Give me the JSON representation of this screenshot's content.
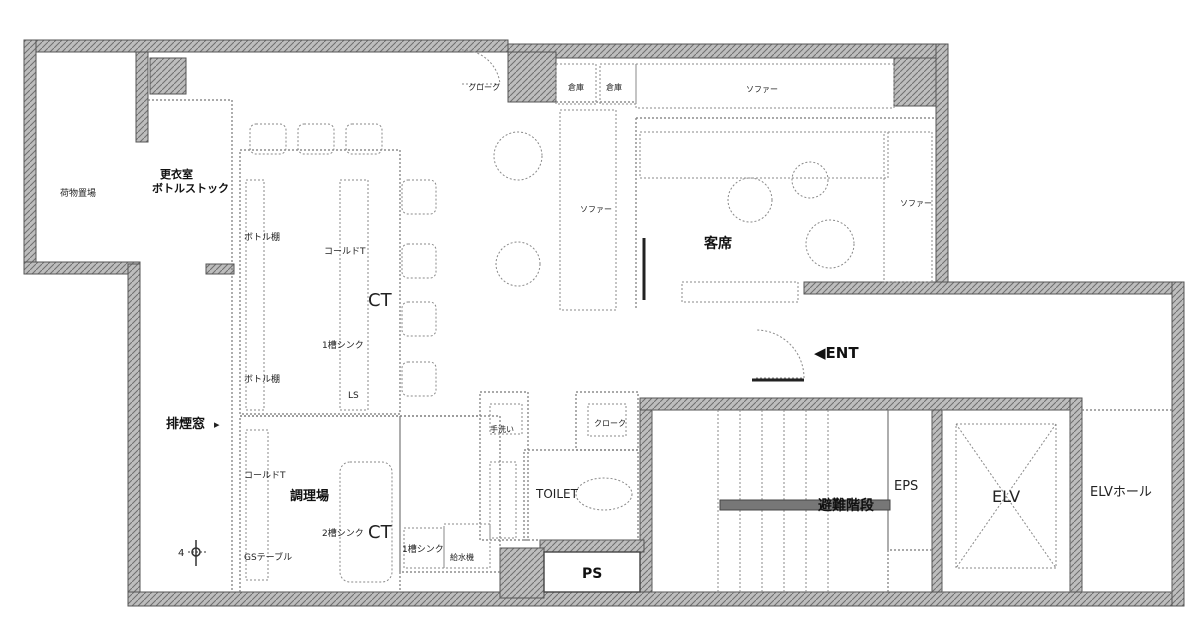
{
  "rooms": {
    "left_storage": "荷物置場",
    "dressing_room": "更衣室",
    "bottle_stock": "ボトルストック",
    "bottle_shelf_upper": "ボトル棚",
    "cold_table_upper": "コールドT",
    "counter_upper": "CT",
    "sink_1_upper": "1槽シンク",
    "ls": "LS",
    "bottle_shelf_lower": "ボトル棚",
    "exhaust_window": "排煙窓",
    "cold_table_lower": "コールドT",
    "kitchen": "調理場",
    "sink_2": "2槽シンク",
    "counter_lower": "CT",
    "gas_table": "GSテーブル",
    "sink_1_lower": "1槽シンク",
    "water_heater": "給水機",
    "cloak_top": "クローク",
    "cloak_mid": "クローク",
    "box_a": "倉庫",
    "box_b": "倉庫",
    "sofa_top": "ソファー",
    "sofa_left": "ソファー",
    "sofa_right": "ソファー",
    "seating": "客席",
    "entrance": "◀ENT",
    "hand_wash": "手洗い",
    "toilet": "TOILET",
    "ps": "PS",
    "eps": "EPS",
    "stairs": "避難階段",
    "elv": "ELV",
    "elv_hall": "ELVホール",
    "marker_num": "4"
  }
}
